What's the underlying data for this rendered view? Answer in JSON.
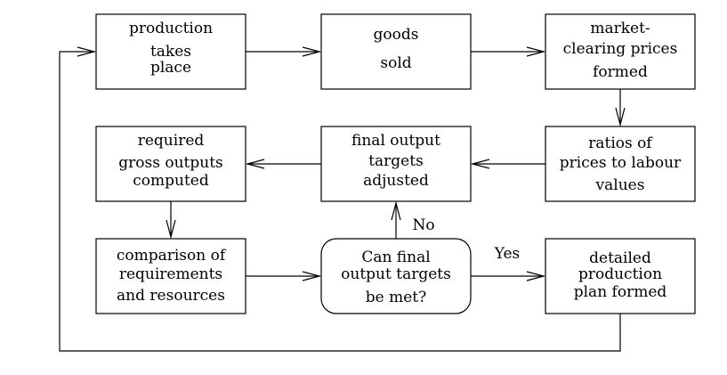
{
  "nodes": {
    "production": [
      "production",
      "takes",
      "place"
    ],
    "goods_sold": [
      "goods",
      "sold"
    ],
    "market_prices": [
      "market-",
      "clearing prices",
      "formed"
    ],
    "required_gross": [
      "required",
      "gross outputs",
      "computed"
    ],
    "final_targets": [
      "final output",
      "targets",
      "adjusted"
    ],
    "ratios": [
      "ratios of",
      "prices to labour",
      "values"
    ],
    "comparison": [
      "comparison of",
      "requirements",
      "and resources"
    ],
    "decision": [
      "Can final",
      "output targets",
      "be met?"
    ],
    "detailed_plan": [
      "detailed",
      "production",
      "plan formed"
    ]
  },
  "edge_labels": {
    "no": "No",
    "yes": "Yes"
  }
}
